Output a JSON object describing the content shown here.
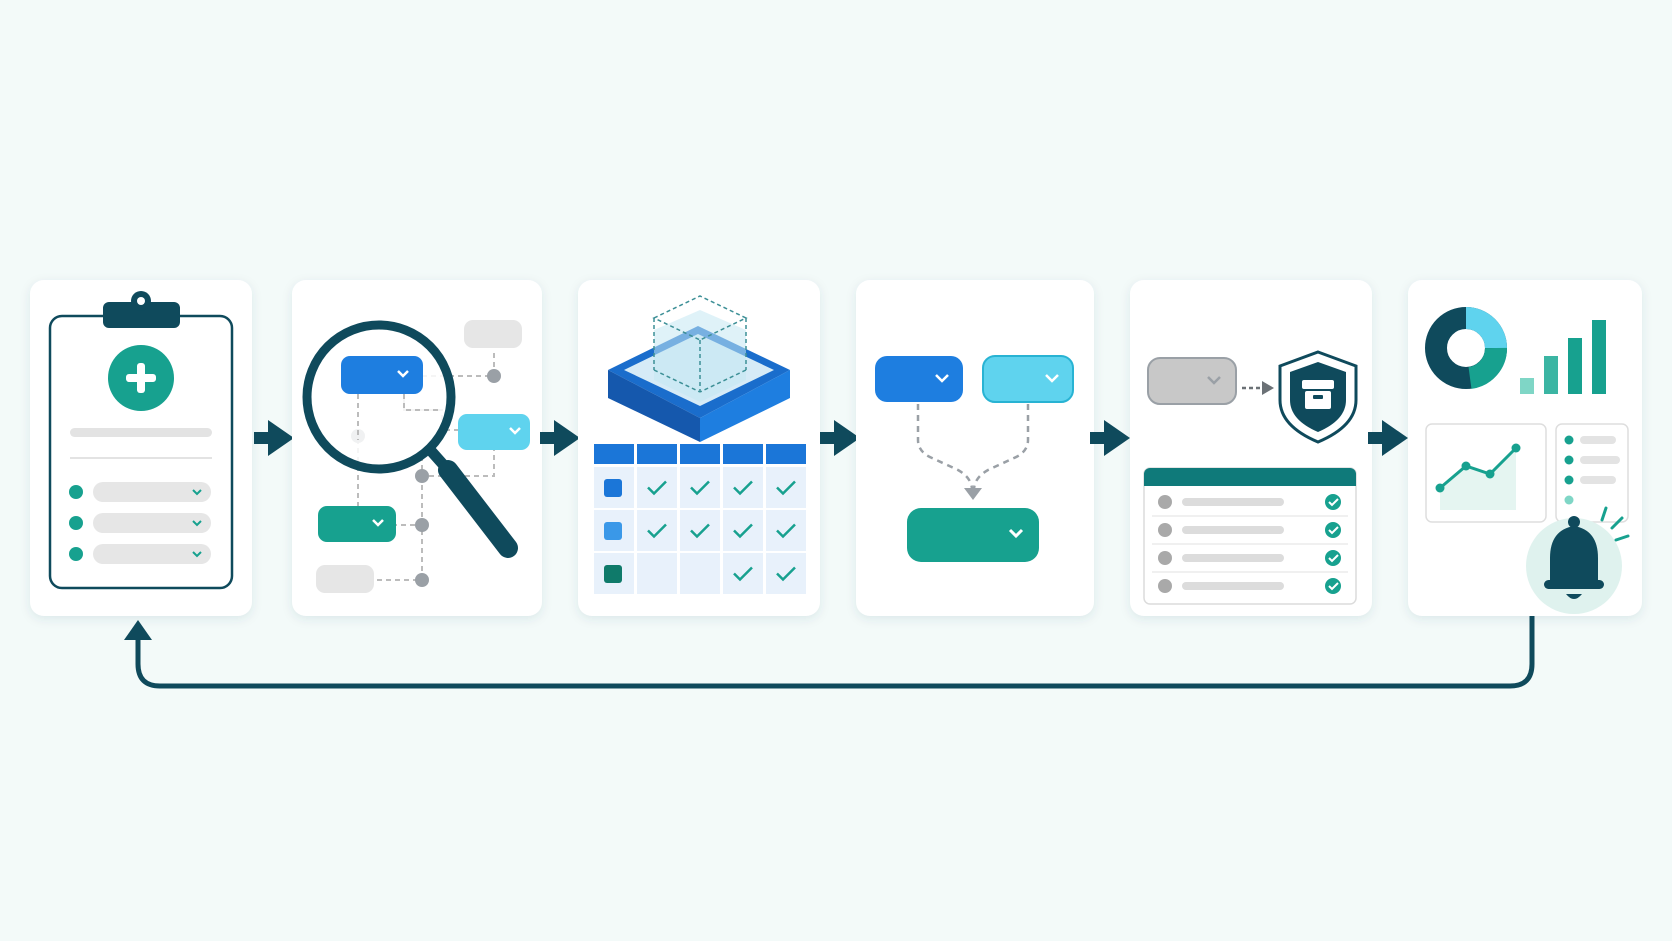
{
  "colors": {
    "background": "#f3faf9",
    "card": "#ffffff",
    "navy": "#0f4a5c",
    "teal": "#17a18f",
    "blue": "#1e7ee0",
    "light_blue": "#5fd3ee",
    "gray": "#dedede",
    "dark_gray": "#9aa0a6",
    "table_header": "#1b76d8",
    "table_cell": "#e8f1fb",
    "check": "#17a18f"
  },
  "steps": [
    {
      "id": "intake",
      "icon": "clipboard-plus-icon"
    },
    {
      "id": "search",
      "icon": "magnifier-flow-icon"
    },
    {
      "id": "catalog",
      "icon": "cube-tray-table-icon"
    },
    {
      "id": "merge",
      "icon": "dropdown-merge-icon"
    },
    {
      "id": "secure",
      "icon": "shield-checklist-icon"
    },
    {
      "id": "monitor",
      "icon": "dashboard-bell-icon"
    }
  ],
  "table_checks": [
    [
      true,
      true,
      true,
      true
    ],
    [
      true,
      true,
      true,
      true
    ],
    [
      false,
      false,
      true,
      true
    ]
  ],
  "checklist_rows": 4,
  "loop": "feedback-loop-from-monitor-to-intake"
}
